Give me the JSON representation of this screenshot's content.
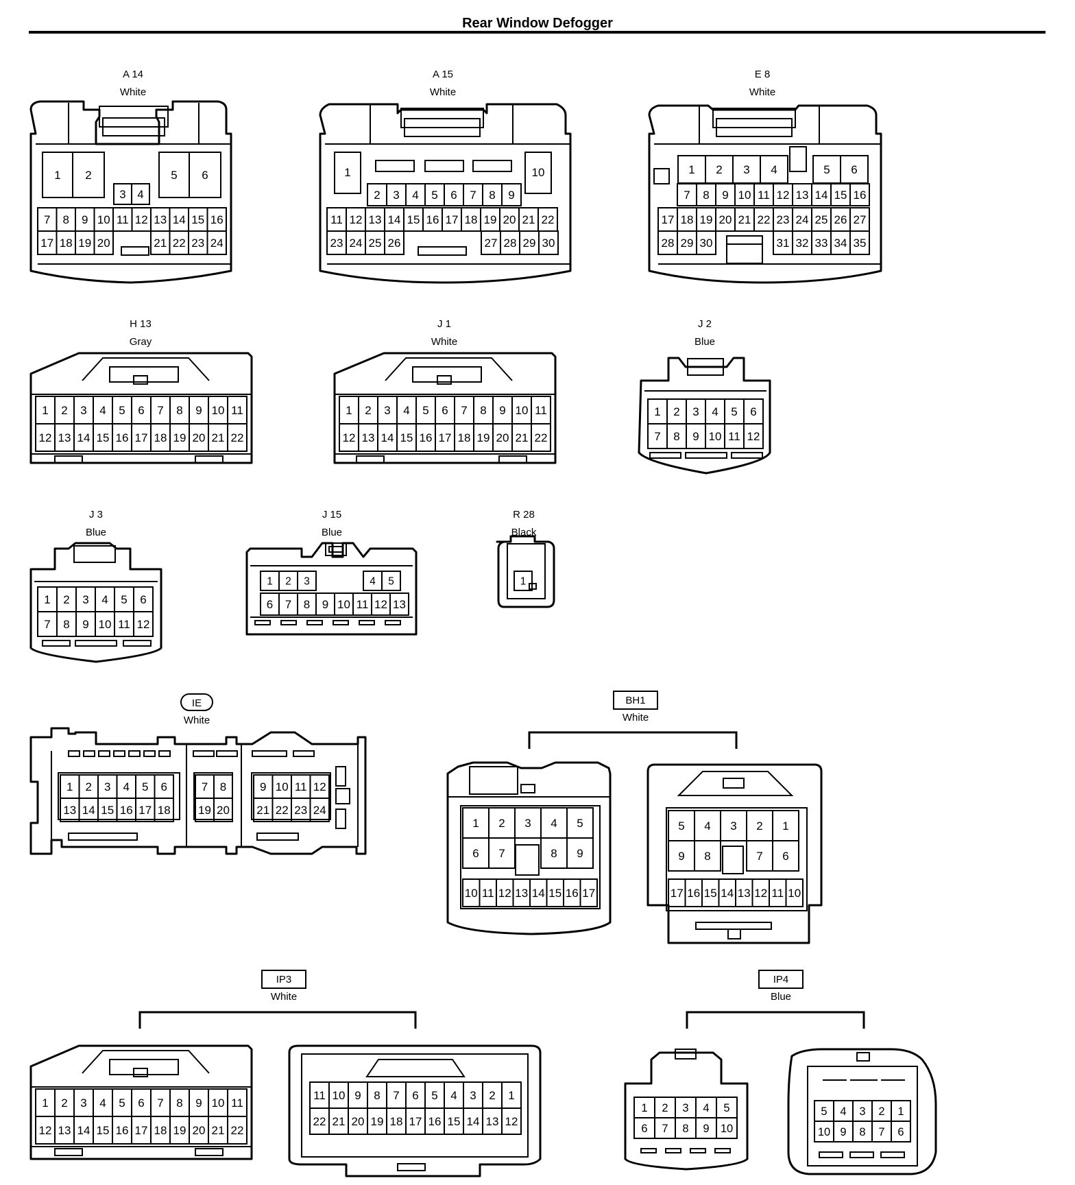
{
  "page": {
    "title": "Rear Window Defogger"
  },
  "connectors": [
    {
      "id": "A 14",
      "color": "White",
      "pin_rows": [
        [
          "1",
          "2",
          "5",
          "6"
        ],
        [
          "3",
          "4"
        ],
        [
          "7",
          "8",
          "9",
          "10",
          "11",
          "12",
          "13",
          "14",
          "15",
          "16"
        ],
        [
          "17",
          "18",
          "19",
          "20",
          "21",
          "22",
          "23",
          "24"
        ]
      ]
    },
    {
      "id": "A 15",
      "color": "White",
      "pin_rows": [
        [
          "1",
          "10"
        ],
        [
          "2",
          "3",
          "4",
          "5",
          "6",
          "7",
          "8",
          "9"
        ],
        [
          "11",
          "12",
          "13",
          "14",
          "15",
          "16",
          "17",
          "18",
          "19",
          "20",
          "21",
          "22"
        ],
        [
          "23",
          "24",
          "25",
          "26",
          "27",
          "28",
          "29",
          "30"
        ]
      ]
    },
    {
      "id": "E 8",
      "color": "White",
      "pin_rows": [
        [
          "1",
          "2",
          "3",
          "4",
          "5",
          "6"
        ],
        [
          "7",
          "8",
          "9",
          "10",
          "11",
          "12",
          "13",
          "14",
          "15",
          "16"
        ],
        [
          "17",
          "18",
          "19",
          "20",
          "21",
          "22",
          "23",
          "24",
          "25",
          "26",
          "27"
        ],
        [
          "28",
          "29",
          "30",
          "31",
          "32",
          "33",
          "34",
          "35"
        ]
      ]
    },
    {
      "id": "H 13",
      "color": "Gray",
      "pin_rows": [
        [
          "1",
          "2",
          "3",
          "4",
          "5",
          "6",
          "7",
          "8",
          "9",
          "10",
          "11"
        ],
        [
          "12",
          "13",
          "14",
          "15",
          "16",
          "17",
          "18",
          "19",
          "20",
          "21",
          "22"
        ]
      ]
    },
    {
      "id": "J 1",
      "color": "White",
      "pin_rows": [
        [
          "1",
          "2",
          "3",
          "4",
          "5",
          "6",
          "7",
          "8",
          "9",
          "10",
          "11"
        ],
        [
          "12",
          "13",
          "14",
          "15",
          "16",
          "17",
          "18",
          "19",
          "20",
          "21",
          "22"
        ]
      ]
    },
    {
      "id": "J 2",
      "color": "Blue",
      "pin_rows": [
        [
          "1",
          "2",
          "3",
          "4",
          "5",
          "6"
        ],
        [
          "7",
          "8",
          "9",
          "10",
          "11",
          "12"
        ]
      ]
    },
    {
      "id": "J 3",
      "color": "Blue",
      "pin_rows": [
        [
          "1",
          "2",
          "3",
          "4",
          "5",
          "6"
        ],
        [
          "7",
          "8",
          "9",
          "10",
          "11",
          "12"
        ]
      ]
    },
    {
      "id": "J 15",
      "color": "Blue",
      "pin_rows": [
        [
          "1",
          "2",
          "3",
          "4",
          "5"
        ],
        [
          "6",
          "7",
          "8",
          "9",
          "10",
          "11",
          "12",
          "13"
        ]
      ]
    },
    {
      "id": "R 28",
      "color": "Black",
      "pin_rows": [
        [
          "1"
        ]
      ]
    },
    {
      "id": "IE",
      "color": "White",
      "pin_rows": [
        [
          "1",
          "2",
          "3",
          "4",
          "5",
          "6",
          "7",
          "8",
          "9",
          "10",
          "11",
          "12"
        ],
        [
          "13",
          "14",
          "15",
          "16",
          "17",
          "18",
          "19",
          "20",
          "21",
          "22",
          "23",
          "24"
        ]
      ]
    },
    {
      "id": "BH1",
      "color": "White",
      "pin_rows": [
        [
          "1",
          "2",
          "3",
          "4",
          "5"
        ],
        [
          "6",
          "7",
          "8",
          "9"
        ],
        [
          "10",
          "11",
          "12",
          "13",
          "14",
          "15",
          "16",
          "17"
        ],
        [
          "5",
          "4",
          "3",
          "2",
          "1"
        ],
        [
          "9",
          "8",
          "7",
          "6"
        ],
        [
          "17",
          "16",
          "15",
          "14",
          "13",
          "12",
          "11",
          "10"
        ]
      ]
    },
    {
      "id": "IP3",
      "color": "White",
      "pin_rows": [
        [
          "1",
          "2",
          "3",
          "4",
          "5",
          "6",
          "7",
          "8",
          "9",
          "10",
          "11"
        ],
        [
          "12",
          "13",
          "14",
          "15",
          "16",
          "17",
          "18",
          "19",
          "20",
          "21",
          "22"
        ],
        [
          "11",
          "10",
          "9",
          "8",
          "7",
          "6",
          "5",
          "4",
          "3",
          "2",
          "1"
        ],
        [
          "22",
          "21",
          "20",
          "19",
          "18",
          "17",
          "16",
          "15",
          "14",
          "13",
          "12"
        ]
      ]
    },
    {
      "id": "IP4",
      "color": "Blue",
      "pin_rows": [
        [
          "1",
          "2",
          "3",
          "4",
          "5"
        ],
        [
          "6",
          "7",
          "8",
          "9",
          "10"
        ],
        [
          "5",
          "4",
          "3",
          "2",
          "1"
        ],
        [
          "10",
          "9",
          "8",
          "7",
          "6"
        ]
      ]
    }
  ]
}
